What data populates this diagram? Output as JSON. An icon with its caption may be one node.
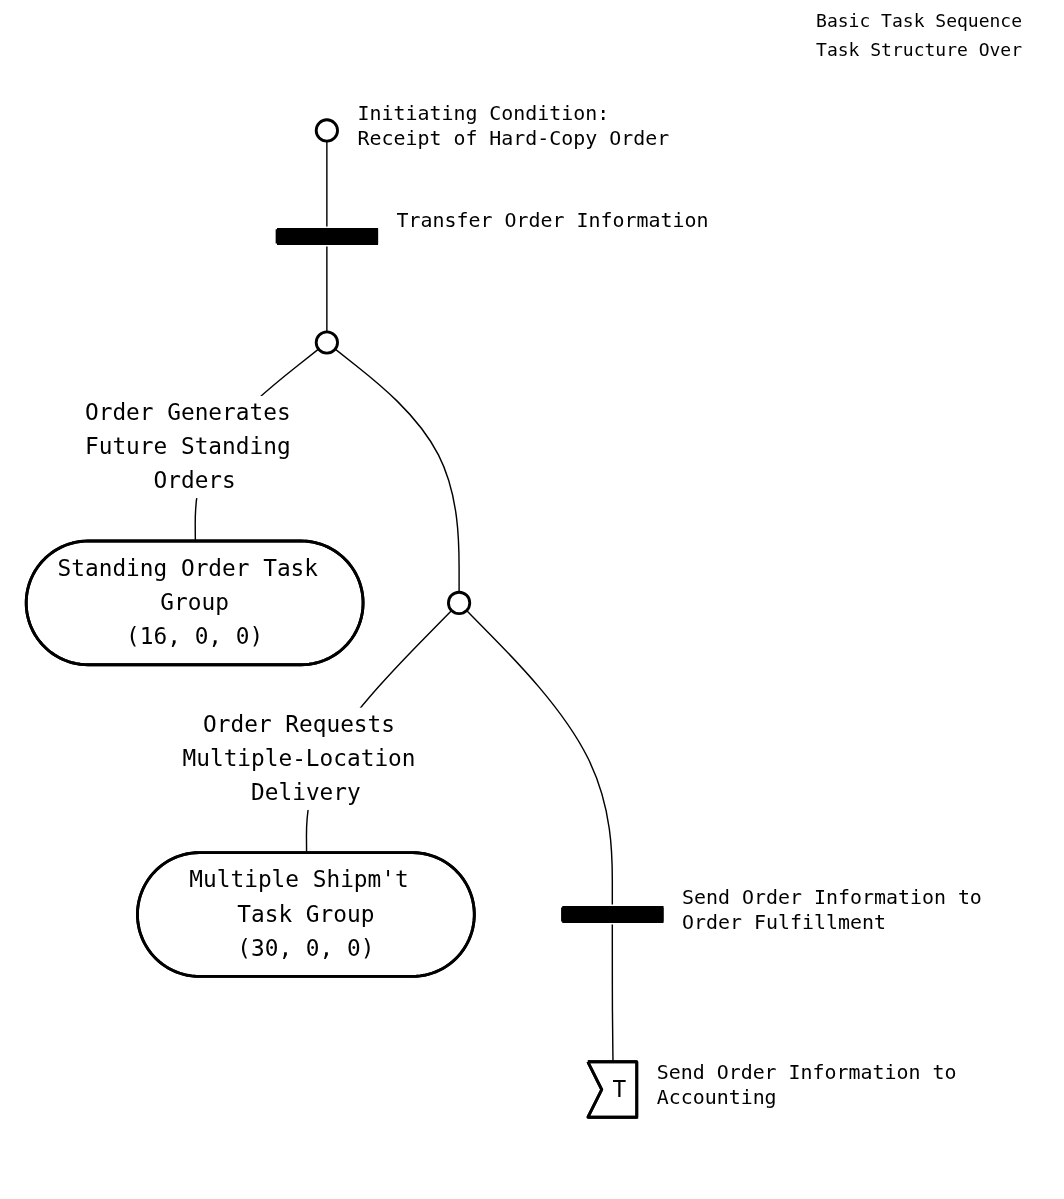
{
  "diagram": {
    "nodes": [
      {
        "text": [],
        "shape": "circle",
        "beside": [
          "Initiating Condition: Receipt of Hard-Copy Order"
        ]
      },
      {
        "text": [],
        "shape": "bar",
        "beside": [
          "Transfer Order Information"
        ]
      },
      {
        "text": [],
        "shape": "circle"
      },
      {
        "text": [
          "Standing Order Task Group",
          "(16, 0, 0)"
        ]
      },
      {
        "text": [],
        "shape": "circle"
      },
      {
        "text": [
          "Multiple Shipm't Task Group",
          "(30, 0, 0)"
        ]
      },
      {
        "text": [],
        "shape": "bar",
        "beside": [
          "Send Order Information to Order Fulfillment"
        ]
      },
      {
        "text": [
          "T"
        ],
        "beside": [
          "Send Order Information to Accounting"
        ]
      }
    ],
    "edges": [
      {
        "from": 0,
        "to": 1,
        "arrow": "none"
      },
      {
        "from": 1,
        "to": 2,
        "arrow": "none"
      },
      {
        "from": 2,
        "to": 3,
        "arrow": "none",
        "label": "Order Generates Future Standing Orders"
      },
      {
        "from": 2,
        "to": 4,
        "arrow": "none"
      },
      {
        "from": 4,
        "to": 5,
        "arrow": "none",
        "label": "Order Requests Multiple-Location Delivery"
      },
      {
        "from": 4,
        "to": 6,
        "arrow": "none"
      },
      {
        "from": 6,
        "to": 7,
        "arrow": "none"
      }
    ],
    "labels": [
      "Basic Task Sequence",
      "Task Structure Over"
    ]
  }
}
